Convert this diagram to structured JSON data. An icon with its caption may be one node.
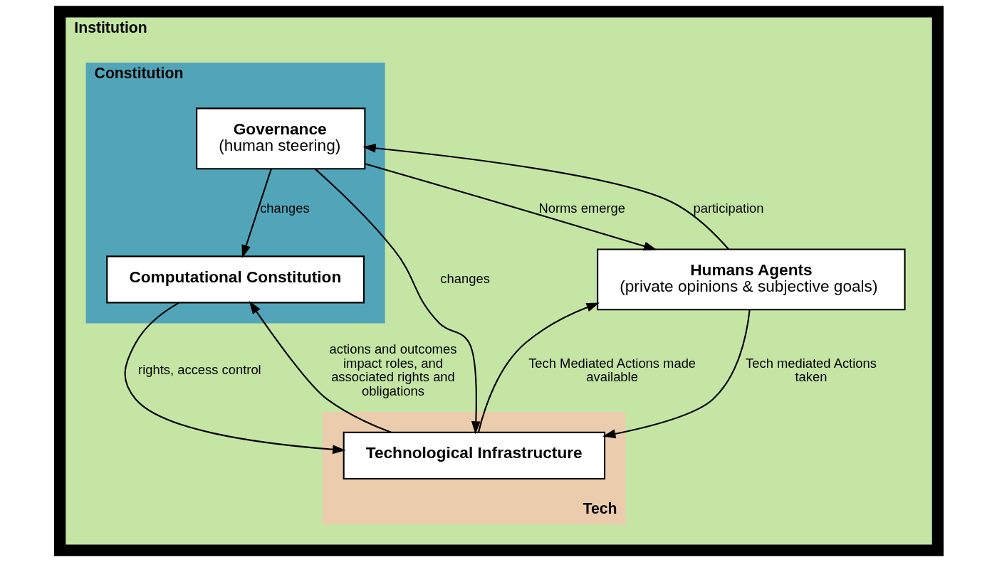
{
  "diagram": {
    "nodes": [
      {
        "text": [
          "Institution"
        ]
      },
      {
        "text": [
          "Constitution"
        ],
        "in": 0
      },
      {
        "text": [
          "Tech"
        ],
        "in": 0
      },
      {
        "text": [
          "Governance",
          "(human steering)"
        ],
        "in": 1
      },
      {
        "text": [
          "Humans Agents",
          "(private opinions & subjective goals)"
        ],
        "in": 0
      },
      {
        "text": [
          "Computational Constitution"
        ],
        "in": 1
      },
      {
        "text": [
          "Technological Infrastructure"
        ],
        "in": 2
      }
    ],
    "edges": [
      {
        "from": 4,
        "to": 3,
        "arrow": "to",
        "label": "participation"
      },
      {
        "from": 3,
        "to": 4,
        "arrow": "to",
        "label": "Norms emerge"
      },
      {
        "from": 3,
        "to": 5,
        "arrow": "to",
        "label": "changes"
      },
      {
        "from": 3,
        "to": 6,
        "arrow": "to",
        "label": "changes"
      },
      {
        "from": 4,
        "to": 6,
        "arrow": "to",
        "label": "Tech mediated Actions taken"
      },
      {
        "from": 5,
        "to": 6,
        "arrow": "to",
        "label": "rights, access control"
      },
      {
        "from": 6,
        "to": 4,
        "arrow": "to",
        "label": "Tech Mediated Actions made available"
      },
      {
        "from": 6,
        "to": 5,
        "arrow": "to",
        "label": "actions and outcomes impact roles, and associated rights and obligations"
      }
    ]
  }
}
